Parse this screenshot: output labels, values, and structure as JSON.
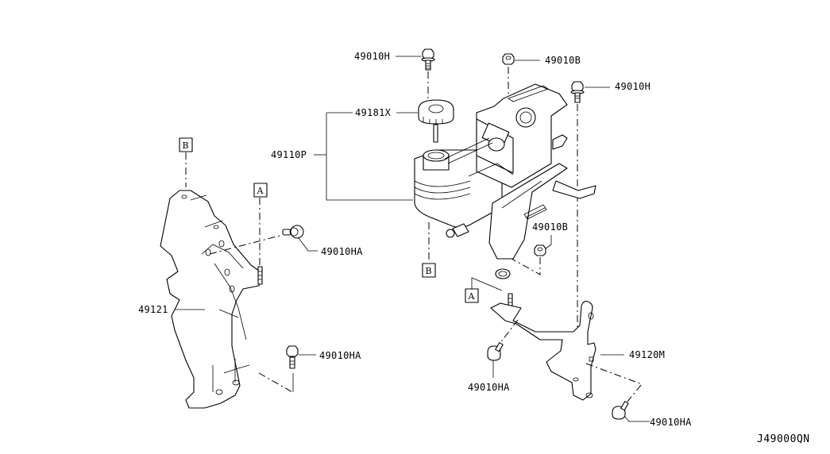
{
  "diagram": {
    "title_code": "J49000QN",
    "parts": [
      {
        "id": "p1",
        "label": "49010H",
        "desc": "bolt-top-left"
      },
      {
        "id": "p2",
        "label": "49010B",
        "desc": "nut-top"
      },
      {
        "id": "p3",
        "label": "49010H",
        "desc": "bolt-top-right"
      },
      {
        "id": "p4",
        "label": "49181X",
        "desc": "reservoir-cap"
      },
      {
        "id": "p5",
        "label": "49110P",
        "desc": "power-steering-pump-assembly"
      },
      {
        "id": "p6",
        "label": "49010HA",
        "desc": "bolt-left-upper"
      },
      {
        "id": "p7",
        "label": "49121",
        "desc": "left-bracket"
      },
      {
        "id": "p8",
        "label": "49010HA",
        "desc": "bolt-left-lower"
      },
      {
        "id": "p9",
        "label": "49010B",
        "desc": "nut-right"
      },
      {
        "id": "p10",
        "label": "49120M",
        "desc": "right-bracket"
      },
      {
        "id": "p11",
        "label": "49010HA",
        "desc": "bolt-bottom-center"
      },
      {
        "id": "p12",
        "label": "49010HA",
        "desc": "bolt-bottom-right"
      }
    ],
    "reference_markers": [
      {
        "id": "r1",
        "letter": "B"
      },
      {
        "id": "r2",
        "letter": "A"
      },
      {
        "id": "r3",
        "letter": "B"
      },
      {
        "id": "r4",
        "letter": "A"
      }
    ]
  }
}
